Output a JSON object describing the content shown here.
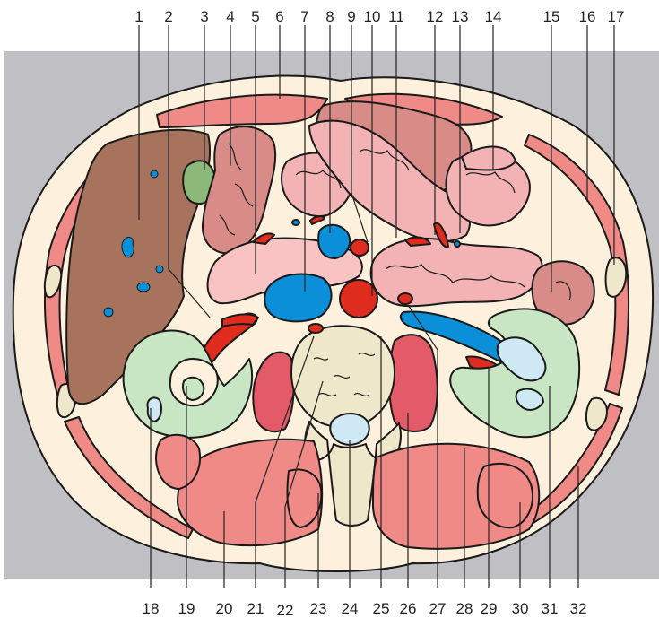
{
  "labels_top": [
    "1",
    "2",
    "3",
    "4",
    "5",
    "6",
    "7",
    "8",
    "9",
    "10",
    "11",
    "12",
    "13",
    "14",
    "15",
    "16",
    "17"
  ],
  "labels_bottom": [
    "18",
    "19",
    "20",
    "21",
    "22",
    "23",
    "24",
    "25",
    "26",
    "27",
    "28",
    "29",
    "30",
    "31",
    "32"
  ],
  "colors": {
    "background_panel": "#bfbfc4",
    "skin_fat": "#fdf0dc",
    "muscle": "#ef8a86",
    "liver": "#a8735d",
    "kidney": "#c9e6c4",
    "vein": "#0a8fd8",
    "artery": "#e02b1f",
    "bowel": "#f3b3b5",
    "bowel_dark": "#d98b87",
    "pancreas": "#f9c3c4",
    "vertebra": "#efe7c9",
    "psoas": "#e35a69",
    "collecting_system": "#cfe9f4",
    "gallbladder": "#8cb97a"
  }
}
